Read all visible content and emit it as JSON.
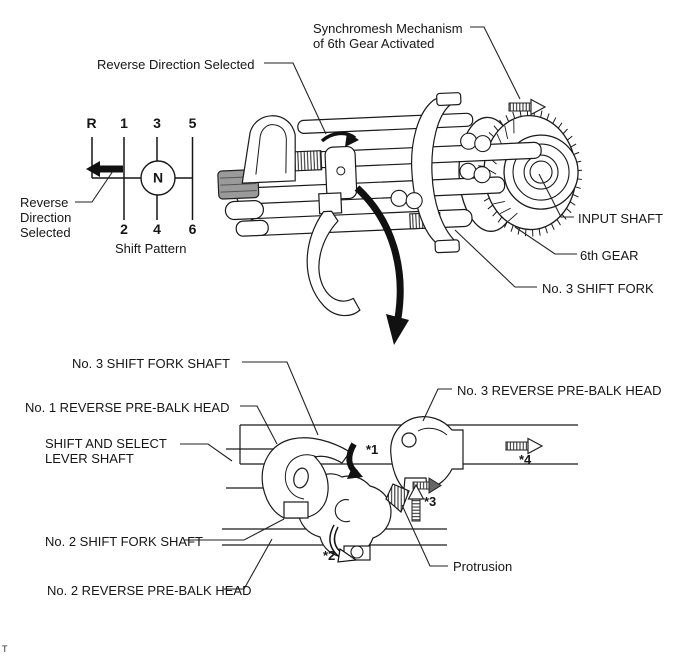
{
  "page": {
    "footer_mark": "T"
  },
  "colors": {
    "line": "#1a1a1a",
    "gray": "#9a9a9a",
    "background": "#ffffff"
  },
  "top_figure": {
    "callouts": {
      "synchromesh": {
        "line1": "Synchromesh Mechanism",
        "line2": "of 6th Gear Activated"
      },
      "reverse_direction_top": "Reverse Direction Selected",
      "reverse_direction_side": {
        "line1": "Reverse",
        "line2": "Direction",
        "line3": "Selected"
      },
      "input_shaft": "INPUT SHAFT",
      "sixth_gear": "6th GEAR",
      "no3_shift_fork": "No. 3 SHIFT FORK"
    },
    "shift_pattern": {
      "caption": "Shift Pattern",
      "gates_top": [
        "R",
        "1",
        "3",
        "5"
      ],
      "gates_bottom": [
        "2",
        "4",
        "6"
      ],
      "neutral": "N"
    }
  },
  "bottom_figure": {
    "callouts": {
      "no3_shift_fork_shaft": "No. 3 SHIFT FORK SHAFT",
      "no1_reverse_pre_balk_head": "No. 1 REVERSE PRE-BALK HEAD",
      "shift_and_select_lever_shaft": {
        "line1": "SHIFT AND SELECT",
        "line2": "LEVER SHAFT"
      },
      "no2_shift_fork_shaft": "No. 2 SHIFT FORK SHAFT",
      "no2_reverse_pre_balk_head": "No. 2 REVERSE PRE-BALK HEAD",
      "no3_reverse_pre_balk_head": "No. 3 REVERSE PRE-BALK HEAD",
      "protrusion": "Protrusion"
    },
    "markers": {
      "m1": "*1",
      "m2": "*2",
      "m3": "*3",
      "m4": "*4"
    }
  }
}
